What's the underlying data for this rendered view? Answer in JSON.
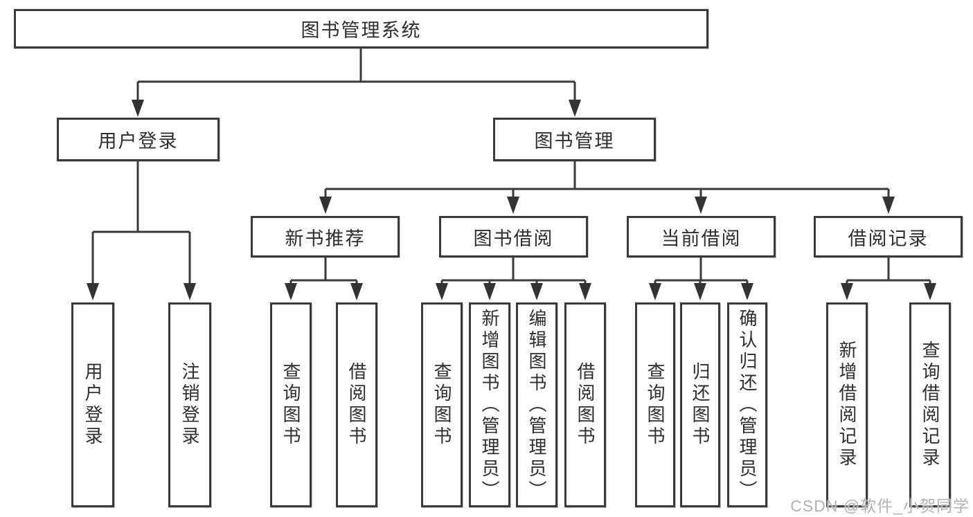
{
  "tree": {
    "root": {
      "label": "图书管理系统",
      "children": [
        {
          "label": "用户登录",
          "children": [
            {
              "label": "用户登录"
            },
            {
              "label": "注销登录"
            }
          ]
        },
        {
          "label": "图书管理",
          "children": [
            {
              "label": "新书推荐",
              "children": [
                {
                  "label": "查询图书"
                },
                {
                  "label": "借阅图书"
                }
              ]
            },
            {
              "label": "图书借阅",
              "children": [
                {
                  "label": "查询图书"
                },
                {
                  "label": "新增图书（管理员）"
                },
                {
                  "label": "编辑图书（管理员）"
                },
                {
                  "label": "借阅图书"
                }
              ]
            },
            {
              "label": "当前借阅",
              "children": [
                {
                  "label": "查询图书"
                },
                {
                  "label": "归还图书"
                },
                {
                  "label": "确认归还（管理员）"
                }
              ]
            },
            {
              "label": "借阅记录",
              "children": [
                {
                  "label": "新增借阅记录"
                },
                {
                  "label": "查询借阅记录"
                }
              ]
            }
          ]
        }
      ]
    }
  },
  "watermark": {
    "text": "CSDN @软件_小贺同学"
  },
  "colors": {
    "line": "#3a3a3a",
    "text": "#2e2e2e",
    "watermark": "#b3b3b3",
    "background": "#ffffff"
  }
}
